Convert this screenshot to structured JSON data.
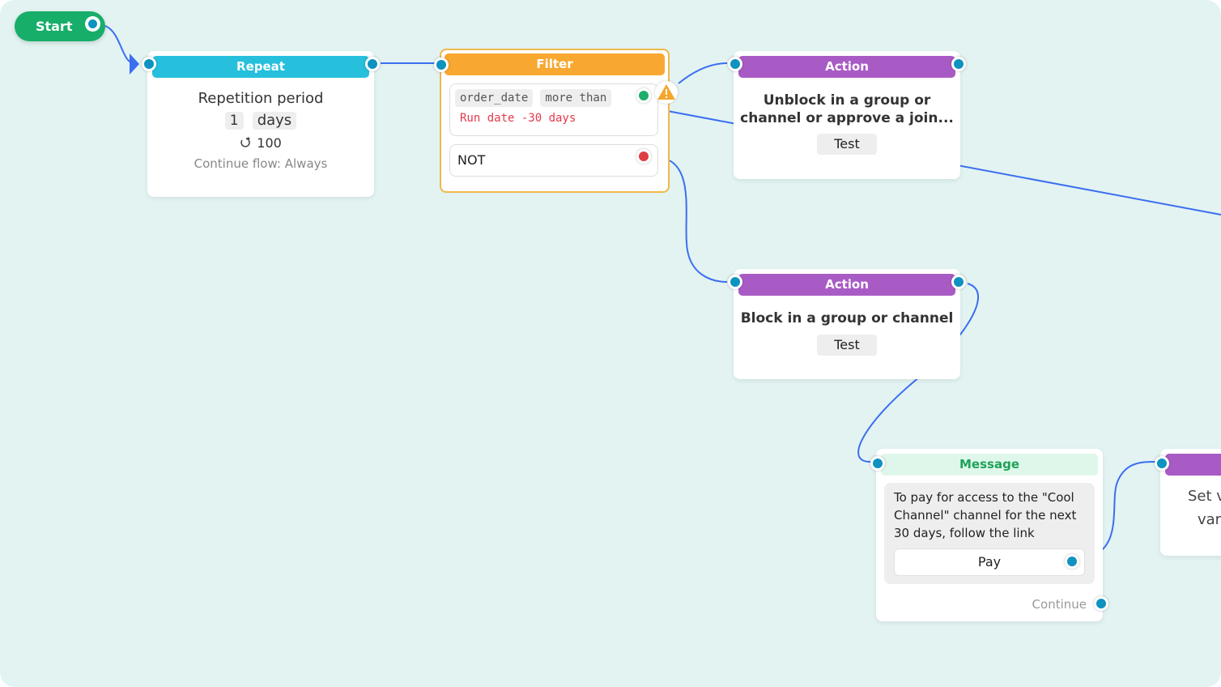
{
  "canvas": {
    "background": "#e2f3f2"
  },
  "start": {
    "label": "Start"
  },
  "repeat": {
    "title": "Repeat",
    "period_label": "Repetition period",
    "period_value": "1",
    "period_unit": "days",
    "count_icon": "repeat-icon",
    "count": "100",
    "continue_flow": "Continue flow: Always"
  },
  "filter": {
    "title": "Filter",
    "condition": {
      "field": "order_date",
      "operator": "more than",
      "value": "Run date -30 days"
    },
    "not_label": "NOT",
    "warning_icon": "warning-icon"
  },
  "action_unblock": {
    "title": "Action",
    "line1": "Unblock in a group or",
    "line2": "channel or approve a join...",
    "test_label": "Test"
  },
  "action_block": {
    "title": "Action",
    "text": "Block in a group or channel",
    "test_label": "Test"
  },
  "message": {
    "title": "Message",
    "line1": "To pay for access to the \"Cool",
    "line2": "Channel\" channel for the next",
    "line3": "30 days, follow the link",
    "pay_button": "Pay",
    "continue_label": "Continue"
  },
  "partial_node": {
    "line1": "Set v",
    "line2": "var"
  },
  "colors": {
    "repeat": "#26c0dd",
    "filter": "#f8a830",
    "action": "#a95bc5",
    "message_bg": "#dff7ea",
    "message_text": "#1fa25a",
    "start": "#17ae6a",
    "port": "#0e92bf",
    "wire": "#3b6ef0"
  }
}
